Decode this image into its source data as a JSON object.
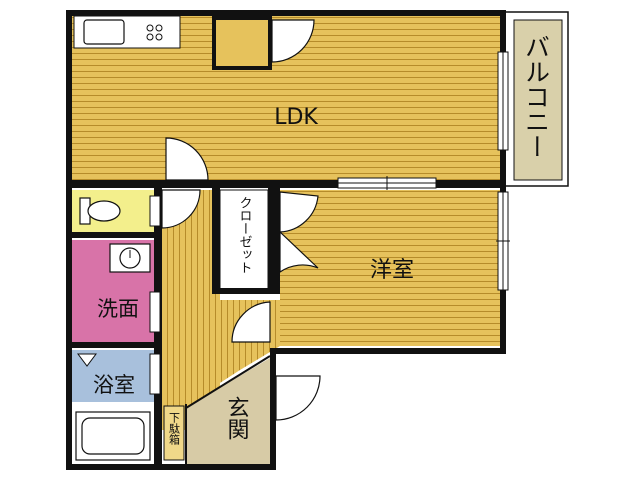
{
  "rooms": {
    "ldk": "LDK",
    "western": "洋室",
    "washroom": "洗面",
    "bathroom": "浴室",
    "entrance": "玄関",
    "balcony": "バルコニー",
    "closet": "クローゼット",
    "shoe_box": "下駄箱"
  },
  "colors": {
    "wall": "#111111",
    "floor": "#e6c25c",
    "floor_line": "#b68c2a",
    "washroom": "#d873a8",
    "bathroom": "#a8c0dc",
    "toilet": "#f3ef8c",
    "entrance": "#d7cba6",
    "balcony": "#d9d0aa"
  },
  "icons": [
    "kitchen-sink-icon",
    "gas-stove-icon",
    "toilet-icon",
    "washbasin-icon",
    "bathtub-icon",
    "door-swing-icon",
    "window-icon"
  ]
}
